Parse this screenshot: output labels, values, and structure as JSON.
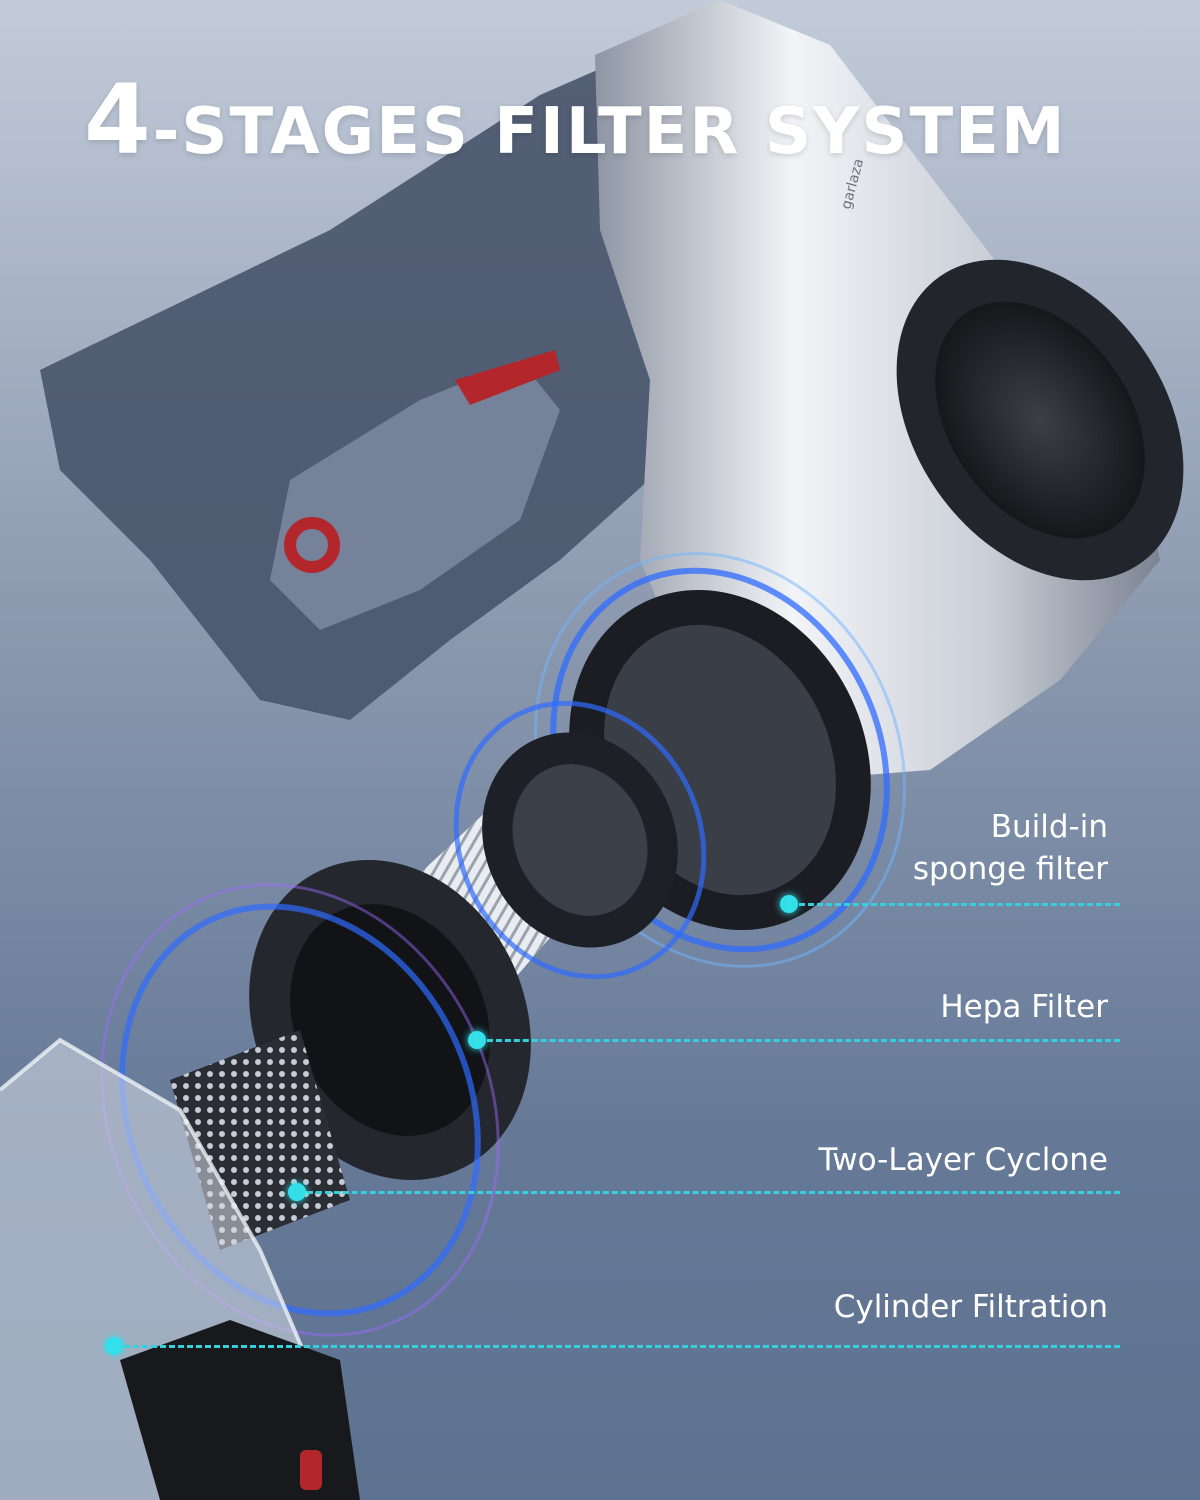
{
  "title": {
    "number": "4",
    "rest": "-STAGES FILTER SYSTEM"
  },
  "product": {
    "brand_mark": "garlaza"
  },
  "labels": {
    "sponge_line1": "Build-in",
    "sponge_line2": "sponge filter",
    "hepa": "Hepa Filter",
    "cyclone": "Two-Layer Cyclone",
    "cylinder": "Cylinder Filtration"
  },
  "colors": {
    "accent": "#35d0dd",
    "glow": "#2f6bff",
    "handle_red": "#b3262b",
    "body_dark": "#4a566c"
  }
}
